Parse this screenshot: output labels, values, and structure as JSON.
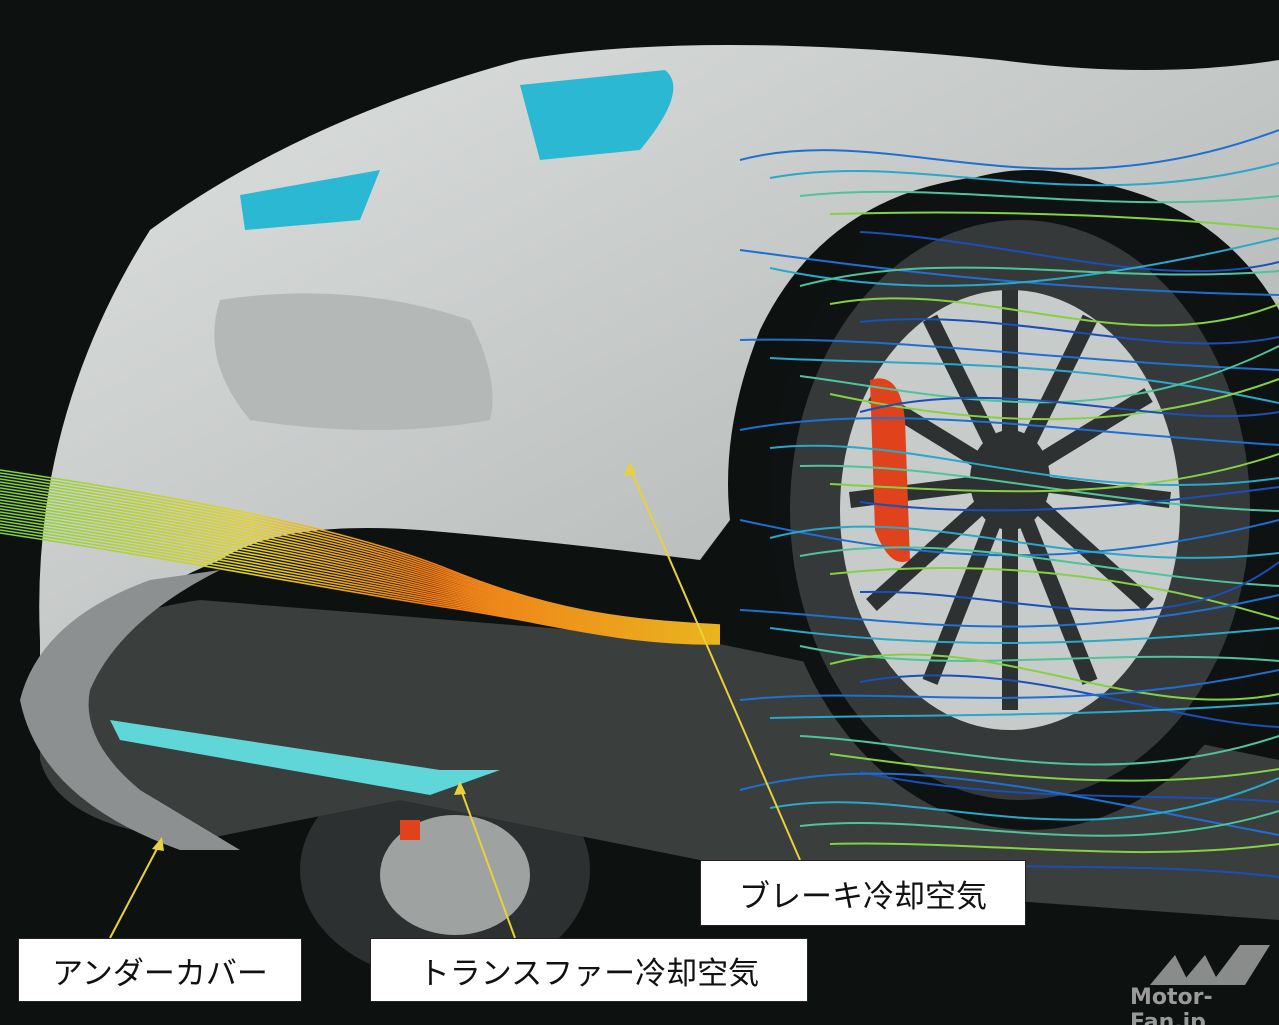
{
  "labels": {
    "brake_air": "ブレーキ冷却空気",
    "under_cover": "アンダーカバー",
    "transfer_air": "トランスファー冷却空気"
  },
  "watermark": "Motor-Fan.jp",
  "colors": {
    "background": "#0d1110",
    "body": "#c9cccb",
    "accent_cyan": "#2ab8d3",
    "caliper": "#e0421c",
    "leader": "#e8d23a"
  }
}
